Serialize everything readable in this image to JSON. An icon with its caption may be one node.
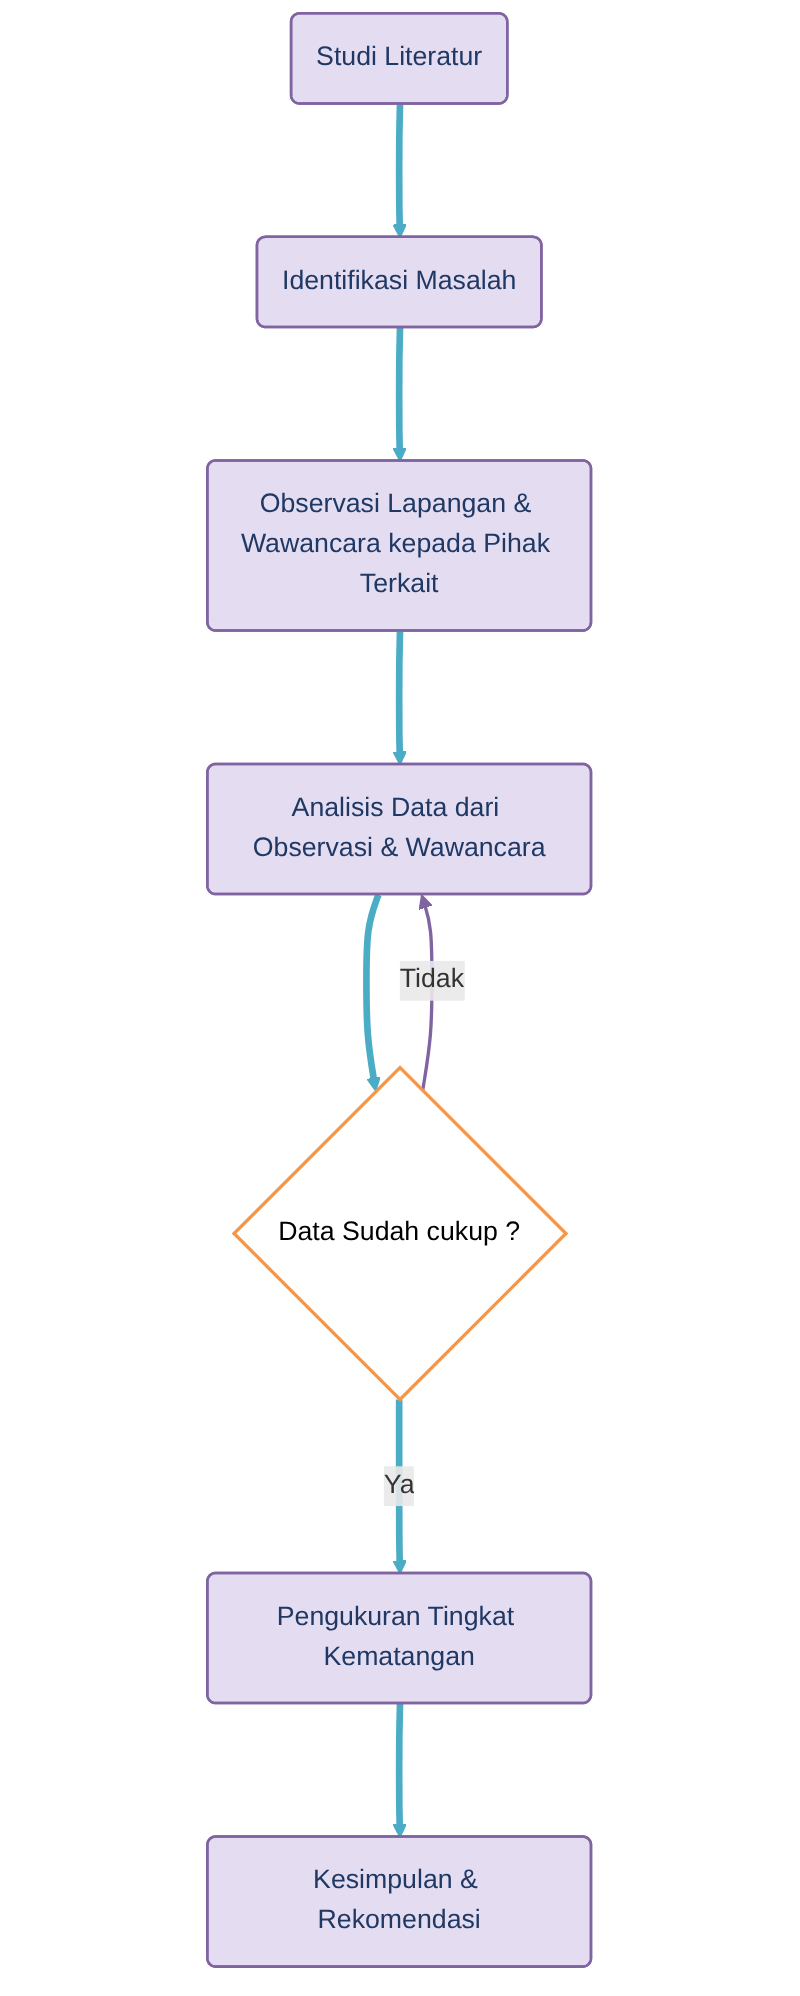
{
  "diagram": {
    "nodes": [
      {
        "text": [
          "Studi Literatur"
        ]
      },
      {
        "text": [
          "Identifikasi Masalah"
        ]
      },
      {
        "text": [
          "Observasi Lapangan & Wawancara kepada Pihak Terkait"
        ]
      },
      {
        "text": [
          "Analisis Data dari Observasi & Wawancara"
        ]
      },
      {
        "text": [
          "Data Sudah cukup ?"
        ]
      },
      {
        "text": [
          "Pengukuran Tingkat Kematangan"
        ]
      },
      {
        "text": [
          "Kesimpulan & Rekomendasi"
        ]
      }
    ],
    "edges": [
      {
        "from": 0,
        "to": 1,
        "arrow": "to"
      },
      {
        "from": 1,
        "to": 2,
        "arrow": "to"
      },
      {
        "from": 2,
        "to": 3,
        "arrow": "to"
      },
      {
        "from": 3,
        "to": 4,
        "arrow": "to"
      },
      {
        "from": 4,
        "to": 5,
        "arrow": "to",
        "label": "Ya"
      },
      {
        "from": 4,
        "to": 3,
        "arrow": "to",
        "label": "Tidak",
        "color": "#8064a2"
      },
      {
        "from": 5,
        "to": 6,
        "arrow": "to"
      }
    ]
  }
}
